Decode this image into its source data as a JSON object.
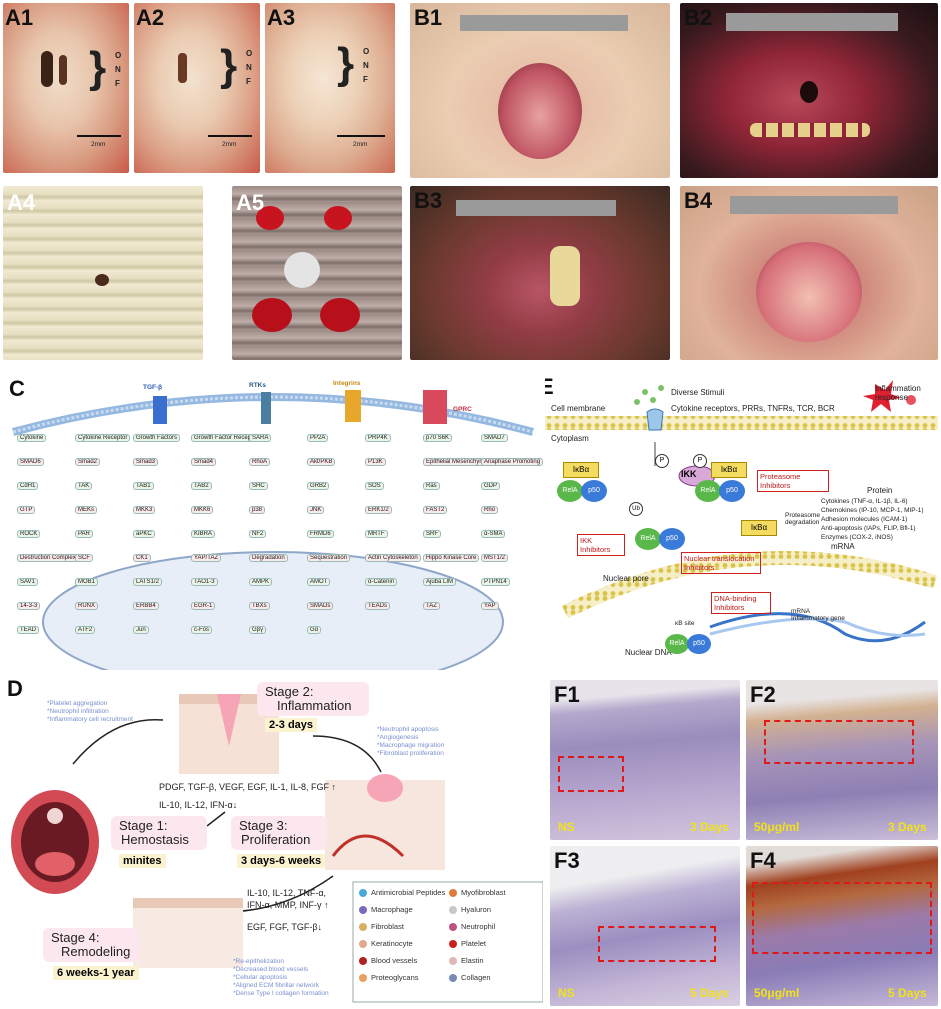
{
  "panel_labels": {
    "a1": "A1",
    "a2": "A2",
    "a3": "A3",
    "a4": "A4",
    "a5": "A5",
    "b1": "B1",
    "b2": "B2",
    "b3": "B3",
    "b4": "B4",
    "c": "C",
    "d": "D",
    "e": "E",
    "f1": "F1",
    "f2": "F2",
    "f3": "F3",
    "f4": "F4"
  },
  "panel_a": {
    "onf_letters": [
      "O",
      "N",
      "F"
    ],
    "scale_label": "2mm"
  },
  "panel_c": {
    "receptors": [
      "TGF-β",
      "RTKs",
      "Integrins",
      "GPRC"
    ],
    "labels": [
      "Cytokine",
      "Cytokine Receptor",
      "Growth Factors",
      "Growth Factor Receptor",
      "SARA",
      "PP2A",
      "PRP4K",
      "p70 S6K",
      "SMAD7",
      "SMAD6",
      "Smad2",
      "Smad3",
      "Smad4",
      "RhoA",
      "Akt/PKB",
      "P13K",
      "Epithelial Mesenchymal Transdifferentiation",
      "Anaphase Promoting Complex",
      "CdH1",
      "TAK",
      "TAB1",
      "TAB2",
      "SHC",
      "GRB2",
      "SOS",
      "Ras",
      "GDP",
      "GTP",
      "MEKs",
      "MKK3",
      "MKK6",
      "p38",
      "JNK",
      "ERK1/2",
      "FAST2",
      "Rho",
      "ROCK",
      "PAR",
      "aPKC",
      "KIBRA",
      "NF2",
      "FRMD6",
      "MRTF",
      "SRF",
      "α-SMA",
      "Destruction Complex",
      "SCF",
      "CK1",
      "YAP/TAZ",
      "Degradation",
      "Sequestration",
      "Actin Cytoskeleton",
      "Hippo Kinase Core",
      "MST1/2",
      "SAV1",
      "MOB1",
      "LATS1/2",
      "TAO1-3",
      "AMPK",
      "AMOT",
      "α-Catenin",
      "Ajuba LIM",
      "PTPN14",
      "14-3-3",
      "RUNX",
      "ERBB4",
      "EGR-1",
      "TBXs",
      "SMADs",
      "TEADs",
      "TAZ",
      "YAP",
      "TEAD",
      "ATF2",
      "Jun",
      "c-Fos",
      "Gβγ",
      "Gα"
    ]
  },
  "panel_d": {
    "stages": [
      {
        "title": "Stage 1:",
        "name": "Hemostasis",
        "time": "minites"
      },
      {
        "title": "Stage 2:",
        "name": "Inflammation",
        "time": "2-3 days"
      },
      {
        "title": "Stage 3:",
        "name": "Proliferation",
        "time": "3 days-6 weeks"
      },
      {
        "title": "Stage 4:",
        "name": "Remodeling",
        "time": "6 weeks-1 year"
      }
    ],
    "stage1_notes": [
      "*Platelet aggregation",
      "*Neutrophil infiltration",
      "*Inflammatory cell recruitment"
    ],
    "stage2_notes": [
      "*Neutrophil apoptosis",
      "*Angiogenesis",
      "*Macrophage migration",
      "*Fibroblast proliferation"
    ],
    "stage4_notes": [
      "*Re-epithelization",
      "*Decreased blood vessels",
      "*Cellular apoptosis",
      "*Aligned ECM fibrillar network",
      "*Dense Type I collagen formation"
    ],
    "factors_up_1": "PDGF, TGF-β, VEGF, EGF, IL-1, IL-8, FGF ↑",
    "factors_down_1": "IL-10, IL-12, IFN-α↓",
    "factors_up_2": "IL-10, IL-12, TNF-α,",
    "factors_up_2b": "IFN-α, MMP, INF-γ ↑",
    "factors_down_2": "EGF, FGF, TGF-β↓",
    "legend": [
      "Antimicrobial Peptides",
      "Myofibroblast",
      "Macrophage",
      "Hyaluron",
      "Fibroblast",
      "Neutrophil",
      "Keratinocyte",
      "Platelet",
      "Blood vessels",
      "Elastin",
      "Proteoglycans",
      "Collagen"
    ]
  },
  "panel_e": {
    "diverse_stimuli": "Diverse Stimuli",
    "receptors": "Cytokine receptors, PRRs, TNFRs, TCR, BCR",
    "cell_membrane": "Cell membrane",
    "cytoplasm": "Cytoplasm",
    "ikba": "IκBα",
    "rela": "RelA",
    "p50": "p50",
    "ikk": "IKK",
    "p": "P",
    "ub": "Ub",
    "proteasome_inhibitors": "Proteasome Inhibitors",
    "proteasome_degradation": "Proteasome degradation",
    "ikk_inhibitors": "IKK Inhibitors",
    "nuclear_translocation_inhibitors": "Nuclear translocation Inhibitors",
    "dna_binding_inhibitors": "DNA-binding Inhibitors",
    "nuclear_pore": "Nuclear pore",
    "kb_site": "κB site",
    "nuclear_dna": "Nuclear DNA",
    "mrna_gene": "mRNA Inflammatory gene",
    "mrna": "mRNA",
    "protein": "Protein",
    "inflammation_response": "Inflammation response",
    "protein_list": [
      "Cytokines (TNF-α, IL-1β, IL-6)",
      "Chemokines (IP-10, MCP-1, MIP-1)",
      "Adhesion molecules (ICAM-1)",
      "Anti-apoptosis (IAPs, FLIP, Bfl-1)",
      "Enzymes (COX-2, iNOS)"
    ]
  },
  "panel_f": {
    "ns": "NS",
    "dose": "50μg/ml",
    "day3": "3 Days",
    "day5": "5 Days"
  },
  "colors": {
    "label_red": "#e01818",
    "stage_pink": "#fde7ef",
    "stage_cream": "#fbf3d0",
    "f_label_yellow": "#f2e21a"
  }
}
